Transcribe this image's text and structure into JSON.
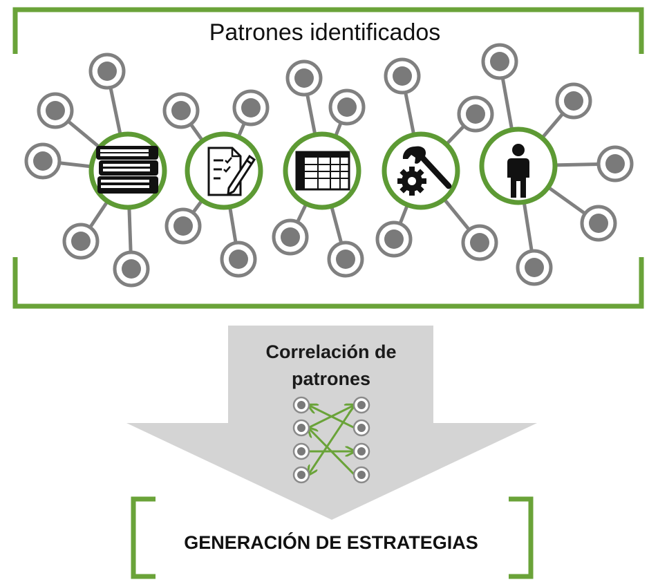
{
  "top_panel": {
    "title": "Patrones identificados",
    "accent_color": "#6aa339",
    "node_color": "#7a7a7a",
    "hubs": [
      {
        "icon": "books-icon"
      },
      {
        "icon": "document-pen-icon"
      },
      {
        "icon": "spreadsheet-icon"
      },
      {
        "icon": "gear-wrench-icon"
      },
      {
        "icon": "person-icon"
      }
    ]
  },
  "arrow": {
    "label_line1": "Correlación de",
    "label_line2": "patrones",
    "fill_color": "#d4d4d4"
  },
  "result": {
    "label": "GENERACIÓN DE ESTRATEGIAS"
  }
}
